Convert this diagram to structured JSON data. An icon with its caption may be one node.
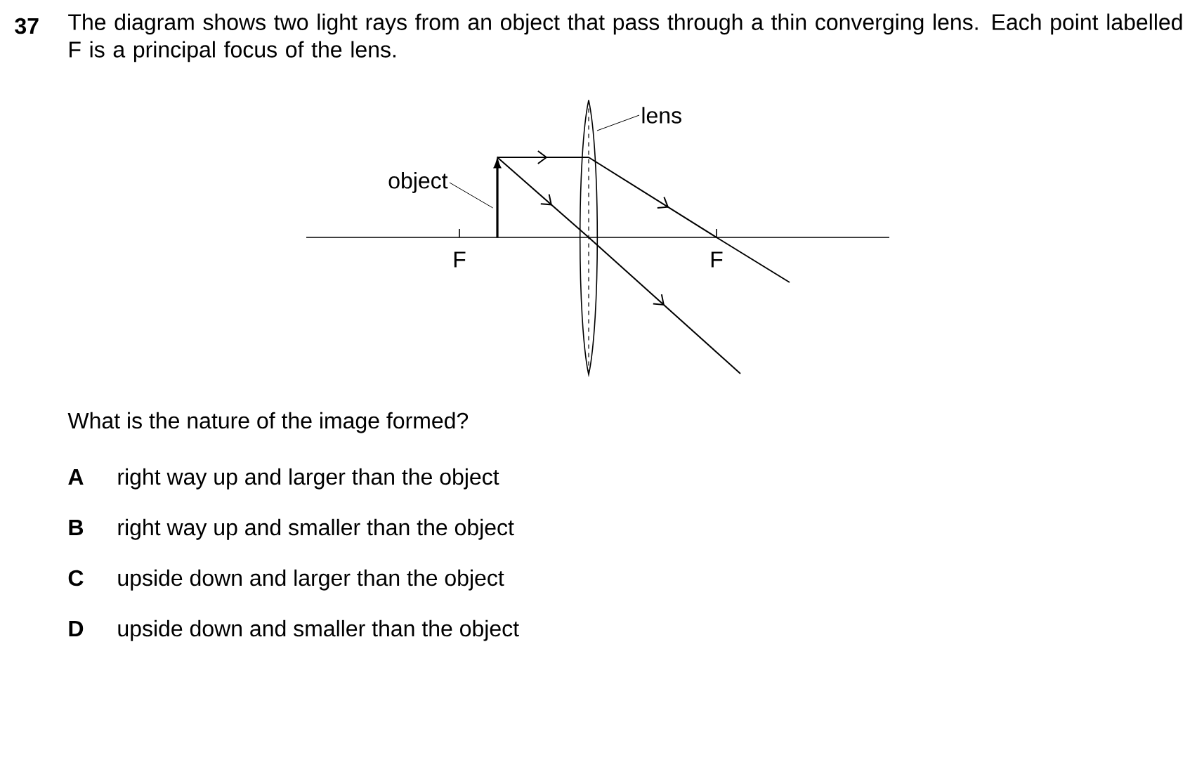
{
  "diagram": {
    "nodes": [
      {
        "text": [
          "lens"
        ]
      },
      {
        "text": [],
        "shape": "lens"
      },
      {
        "text": [
          "object"
        ]
      },
      {
        "text": [],
        "shape": "arrow"
      }
    ],
    "edges": [
      {
        "from": 0,
        "to": 1,
        "arrow": "none"
      },
      {
        "from": 2,
        "to": 3,
        "arrow": "none"
      }
    ],
    "labels": [
      "37",
      "The diagram shows two light rays from an object that pass through a thin converging lens. Each point labelled F is a principal focus of the lens.",
      "F",
      "F",
      "What is the nature of the image formed?",
      "A",
      "right way up and larger than the object",
      "B",
      "right way up and smaller than the object",
      "C",
      "upside down and larger than the object",
      "D",
      "upside down and smaller than the object"
    ]
  }
}
